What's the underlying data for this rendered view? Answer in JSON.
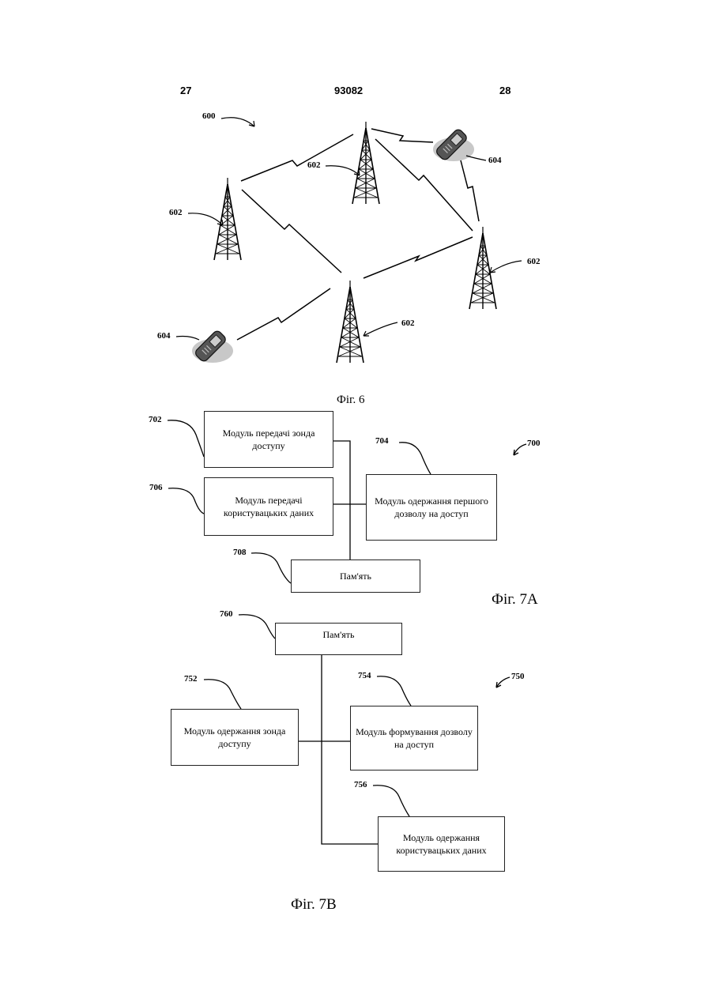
{
  "header": {
    "left_page": "27",
    "patent_number": "93082",
    "right_page": "28"
  },
  "fig6": {
    "caption": "Фіг. 6",
    "refs": {
      "network": "600",
      "tower_top": "602",
      "tower_left": "602",
      "tower_right": "602",
      "tower_bottom": "602",
      "phone_top": "604",
      "phone_bottom": "604"
    }
  },
  "fig7a": {
    "caption": "Фіг. 7А",
    "ref": "700",
    "boxes": {
      "probe_tx": {
        "ref": "702",
        "label": "Модуль передачі зонда доступу"
      },
      "grant_rx": {
        "ref": "704",
        "label": "Модуль одержання першого дозволу на доступ"
      },
      "data_tx": {
        "ref": "706",
        "label": "Модуль передачі користувацьких даних"
      },
      "memory": {
        "ref": "708",
        "label": "Пам'ять"
      }
    }
  },
  "fig7b": {
    "caption": "Фіг. 7В",
    "ref": "750",
    "boxes": {
      "memory": {
        "ref": "760",
        "label": "Пам'ять"
      },
      "probe_rx": {
        "ref": "752",
        "label": "Модуль одержання зонда доступу"
      },
      "grant_gen": {
        "ref": "754",
        "label": "Модуль формування дозволу на доступ"
      },
      "data_rx": {
        "ref": "756",
        "label": "Модуль одержання користувацьких даних"
      }
    }
  }
}
